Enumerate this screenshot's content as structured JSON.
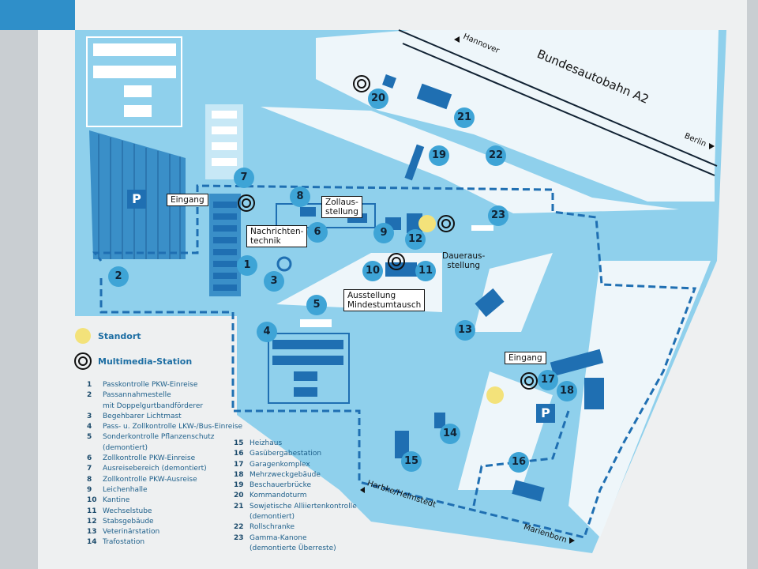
{
  "map": {
    "roads": {
      "motorway": "Bundesautobahn A2",
      "hannover": "Hannover",
      "berlin": "Berlin",
      "helmstedt": "Harbke/Helmstedt",
      "marienborn": "Marienborn"
    },
    "parking": "P",
    "labels": {
      "entrance_west": "Eingang",
      "entrance_east": "Eingang",
      "zoll": "Zollaus-\nstellung",
      "nachrichten": "Nachrichten-\ntechnik",
      "dauer": "Daueraus-\nstellung",
      "mindest": "Ausstellung\nMindestumtausch"
    },
    "markers": [
      "1",
      "2",
      "3",
      "4",
      "5",
      "6",
      "7",
      "8",
      "9",
      "10",
      "11",
      "12",
      "13",
      "14",
      "15",
      "16",
      "17",
      "18",
      "19",
      "20",
      "21",
      "22",
      "23"
    ]
  },
  "legend": {
    "standort": "Standort",
    "multimedia": "Multimedia-Station",
    "standort_color": "#f3e27a",
    "items": [
      {
        "n": "1",
        "t": "Passkontrolle PKW-Einreise"
      },
      {
        "n": "2",
        "t": "Passannahmestelle"
      },
      {
        "n": "",
        "t": "mit Doppelgurtbandförderer"
      },
      {
        "n": "3",
        "t": "Begehbarer Lichtmast"
      },
      {
        "n": "4",
        "t": "Pass- u. Zollkontrolle LKW-/Bus-Einreise"
      },
      {
        "n": "5",
        "t": "Sonderkontrolle Pflanzenschutz"
      },
      {
        "n": "",
        "t": "(demontiert)"
      },
      {
        "n": "6",
        "t": "Zollkontrolle PKW-Einreise"
      },
      {
        "n": "7",
        "t": "Ausreisebereich (demontiert)"
      },
      {
        "n": "8",
        "t": "Zollkontrolle PKW-Ausreise"
      },
      {
        "n": "9",
        "t": "Leichenhalle"
      },
      {
        "n": "10",
        "t": "Kantine"
      },
      {
        "n": "11",
        "t": "Wechselstube"
      },
      {
        "n": "12",
        "t": "Stabsgebäude"
      },
      {
        "n": "13",
        "t": "Veterinärstation"
      },
      {
        "n": "14",
        "t": "Trafostation"
      }
    ],
    "items2": [
      {
        "n": "15",
        "t": "Heizhaus"
      },
      {
        "n": "16",
        "t": "Gasübergabestation"
      },
      {
        "n": "17",
        "t": "Garagenkomplex"
      },
      {
        "n": "18",
        "t": "Mehrzweckgebäude"
      },
      {
        "n": "19",
        "t": "Beschauerbrücke"
      },
      {
        "n": "20",
        "t": "Kommandoturm"
      },
      {
        "n": "21",
        "t": "Sowjetische Alliiertenkontrolle"
      },
      {
        "n": "",
        "t": "(demontiert)"
      },
      {
        "n": "22",
        "t": "Rollschranke"
      },
      {
        "n": "23",
        "t": "Gamma-Kanone"
      },
      {
        "n": "",
        "t": "(demontierte Überreste)"
      }
    ]
  }
}
